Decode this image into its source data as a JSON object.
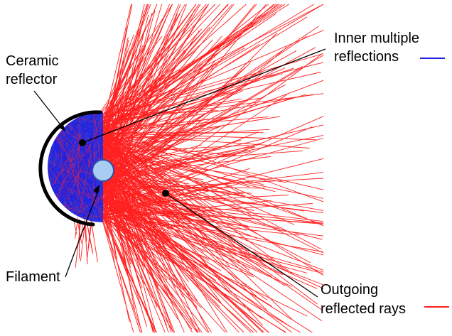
{
  "labels": {
    "ceramic_line1": "Ceramic",
    "ceramic_line2": "reflector",
    "inner_line1": "Inner multiple",
    "inner_line2": "reflections",
    "filament": "Filament",
    "outgoing_line1": "Outgoing",
    "outgoing_line2": "reflected rays"
  },
  "legend": {
    "inner_reflections_color": "#1f1fe0",
    "outgoing_rays_color": "#ff2020"
  },
  "colors": {
    "reflector_fill": "#3030d8",
    "reflector_rim": "#000000",
    "filament_fill": "#a9cdf2",
    "filament_stroke": "#2c4fa8",
    "leader": "#000000"
  }
}
